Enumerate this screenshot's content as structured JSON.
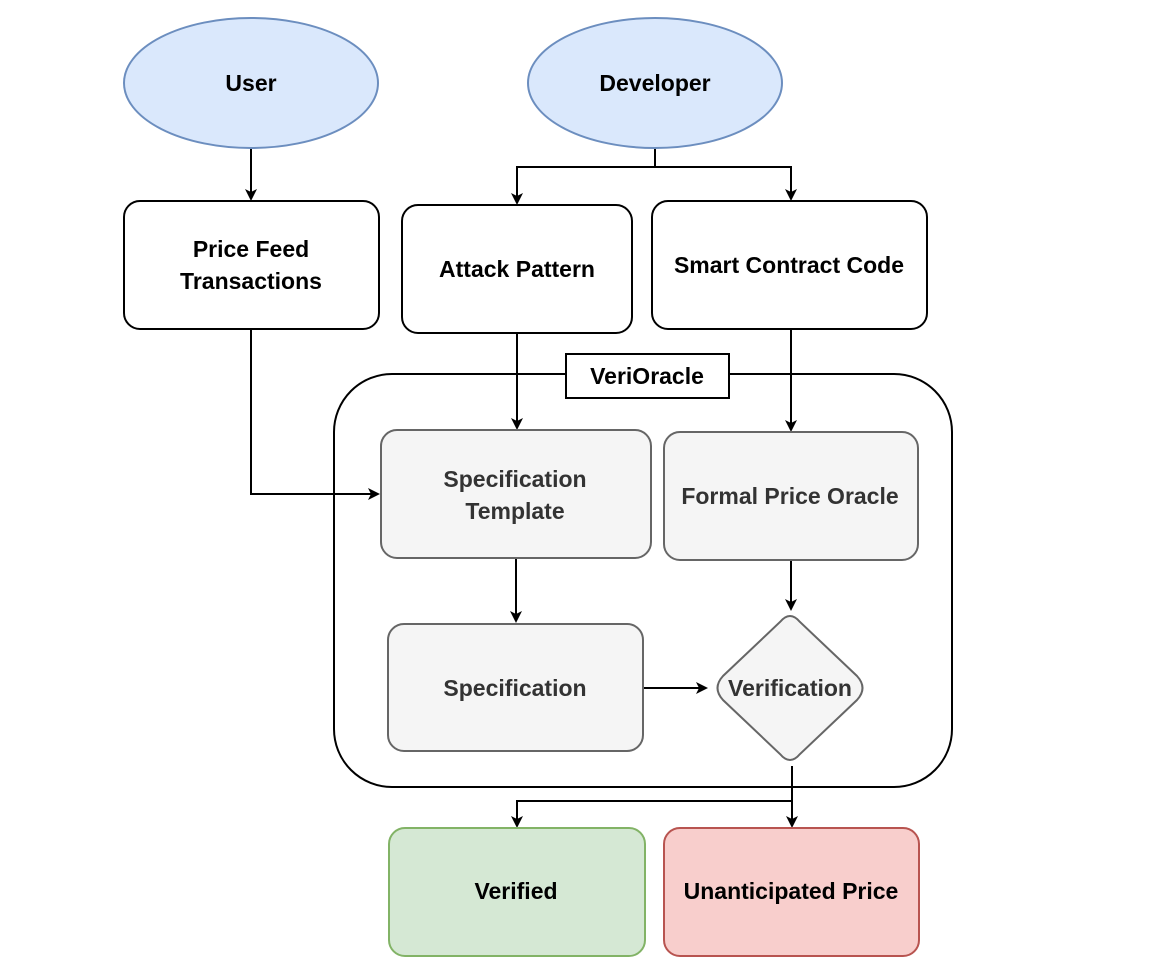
{
  "nodes": {
    "user": "User",
    "developer": "Developer",
    "price_feed": [
      "Price Feed",
      "Transactions"
    ],
    "attack_pattern": "Attack Pattern",
    "smart_contract": "Smart Contract Code",
    "container": "VeriOracle",
    "spec_template": [
      "Specification",
      "Template"
    ],
    "formal_oracle": "Formal Price Oracle",
    "specification": "Specification",
    "verification": "Verification",
    "verified": "Verified",
    "unanticipated": "Unanticipated Price"
  },
  "colors": {
    "actor_fill": "#dae8fc",
    "actor_stroke": "#6c8ebf",
    "process_fill": "#f5f5f5",
    "process_stroke": "#666666",
    "verified_fill": "#d5e8d4",
    "verified_stroke": "#82b366",
    "unanticipated_fill": "#f8cecc",
    "unanticipated_stroke": "#b85450"
  }
}
